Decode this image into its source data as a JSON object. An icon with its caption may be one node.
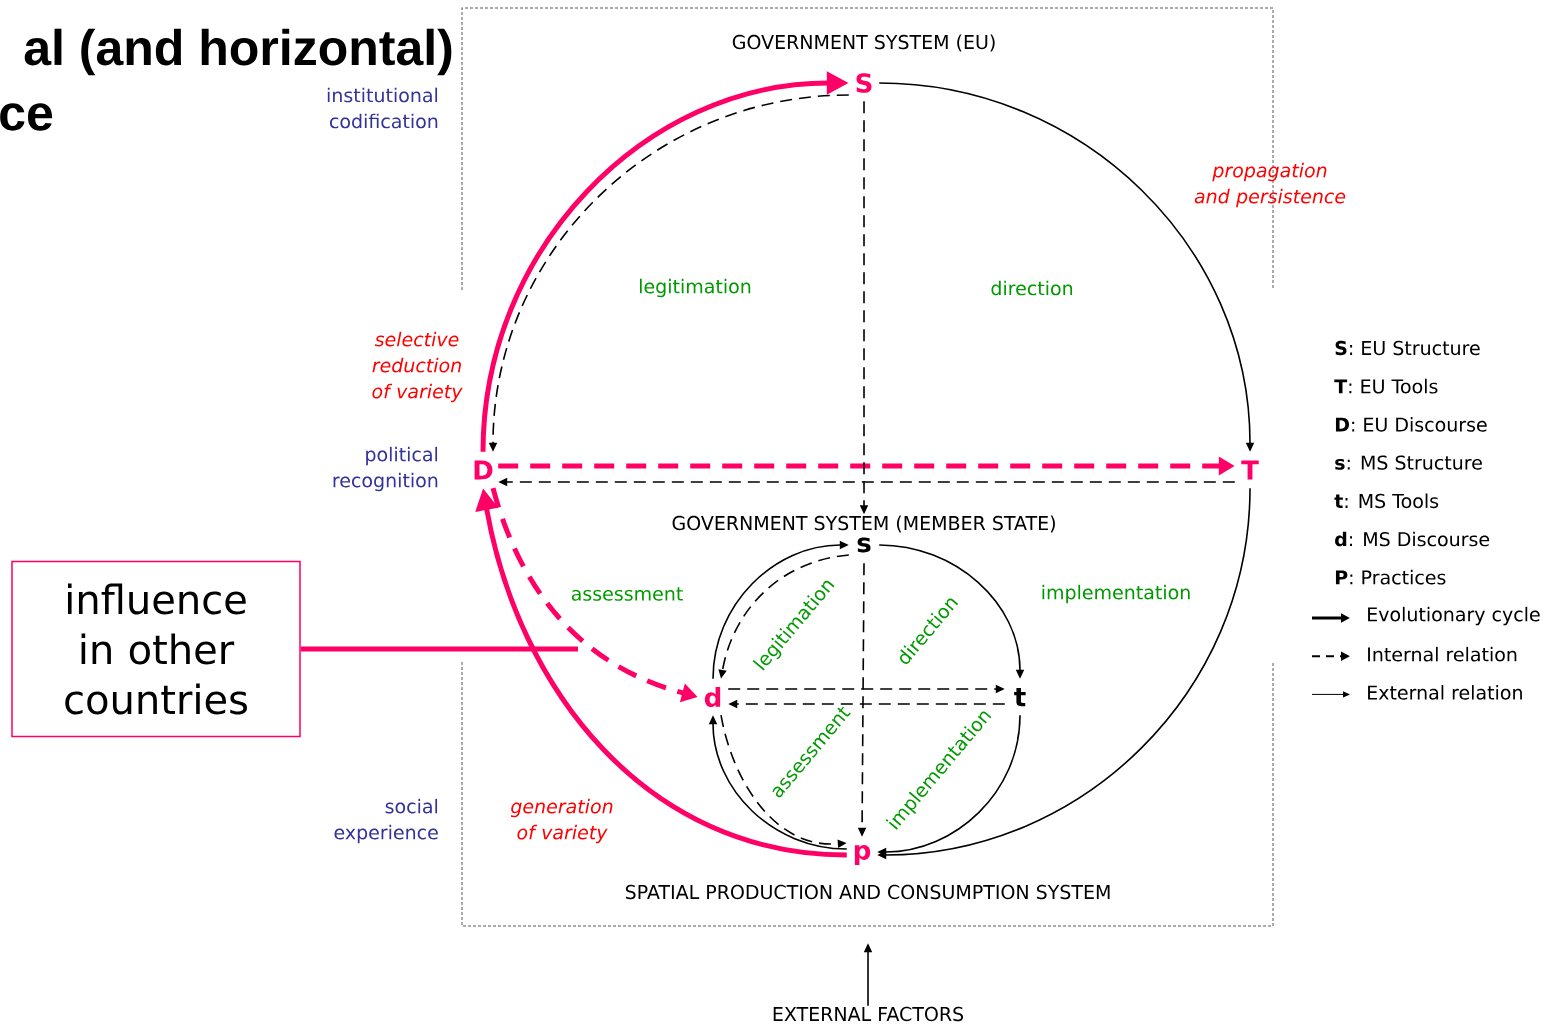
{
  "diagram": {
    "nodes": [
      {
        "text": [],
        "shape": "box"
      },
      {
        "text": [
          "S"
        ],
        "in": 0
      },
      {
        "text": [
          "T"
        ],
        "in": 0
      },
      {
        "text": [
          "D"
        ],
        "in": 0
      },
      {
        "text": [
          "s"
        ],
        "in": 0
      },
      {
        "text": [
          "t"
        ],
        "in": 0
      },
      {
        "text": [
          "d"
        ],
        "in": 0
      },
      {
        "text": [
          "p"
        ],
        "in": 0
      },
      {
        "text": [
          "influence in other countries"
        ]
      },
      {
        "text": [
          "EXTERNAL FACTORS"
        ]
      },
      {
        "text": [
          "GOVERNMENT SYSTEM (MEMBER STATE)"
        ],
        "in": 0
      }
    ],
    "edges": [
      {
        "from": 3,
        "to": 1,
        "arrow": "to",
        "style": "thick",
        "color": "#ff0066"
      },
      {
        "from": 1,
        "to": 3,
        "arrow": "to",
        "style": "dashed"
      },
      {
        "from": 1,
        "to": 2,
        "arrow": "to"
      },
      {
        "from": 3,
        "to": 2,
        "arrow": "to",
        "style": "dashed",
        "color": "#ff0066"
      },
      {
        "from": 2,
        "to": 3,
        "arrow": "to",
        "style": "dashed"
      },
      {
        "from": 1,
        "to": 10,
        "arrow": "to",
        "style": "dashed"
      },
      {
        "from": 2,
        "to": 7,
        "arrow": "to"
      },
      {
        "from": 7,
        "to": 3,
        "arrow": "to",
        "style": "thick",
        "color": "#ff0066"
      },
      {
        "from": 3,
        "to": 6,
        "arrow": "to",
        "style": "dashed",
        "color": "#ff0066"
      },
      {
        "from": 8,
        "to": null,
        "arrow": "none",
        "style": "thick",
        "color": "#ff0066"
      },
      {
        "from": 6,
        "to": 4,
        "arrow": "to"
      },
      {
        "from": 4,
        "to": 6,
        "arrow": "to",
        "style": "dashed"
      },
      {
        "from": 4,
        "to": 5,
        "arrow": "to"
      },
      {
        "from": 6,
        "to": 5,
        "arrow": "to",
        "style": "dashed"
      },
      {
        "from": 5,
        "to": 6,
        "arrow": "to",
        "style": "dashed"
      },
      {
        "from": 4,
        "to": 7,
        "arrow": "to",
        "style": "dashed"
      },
      {
        "from": 5,
        "to": 7,
        "arrow": "to"
      },
      {
        "from": 7,
        "to": 6,
        "arrow": "to"
      },
      {
        "from": 6,
        "to": 7,
        "arrow": "to",
        "style": "dashed"
      },
      {
        "from": 9,
        "to": 0,
        "arrow": "to"
      }
    ],
    "labels": [
      "al (and horizontal)",
      "ce",
      "GOVERNMENT SYSTEM (EU)",
      "institutional codification",
      "propagation and persistence",
      "legitimation",
      "direction",
      "selective reduction of variety",
      "political recognition",
      "assessment",
      "implementation",
      "legitimation",
      "direction",
      "assessment",
      "implementation",
      "social experience",
      "generation of variety",
      "SPATIAL PRODUCTION AND CONSUMPTION SYSTEM",
      "**S**: EU Structure",
      "**T**: EU Tools",
      "**D**: EU Discourse",
      "**s**: MS Structure",
      "**t**: MS Tools",
      "**d**: MS Discourse",
      "**P**: Practices"
    ],
    "legend": [
      {
        "text": "Evolutionary cycle"
      },
      {
        "text": "Internal relation"
      },
      {
        "text": "External relation"
      }
    ]
  }
}
